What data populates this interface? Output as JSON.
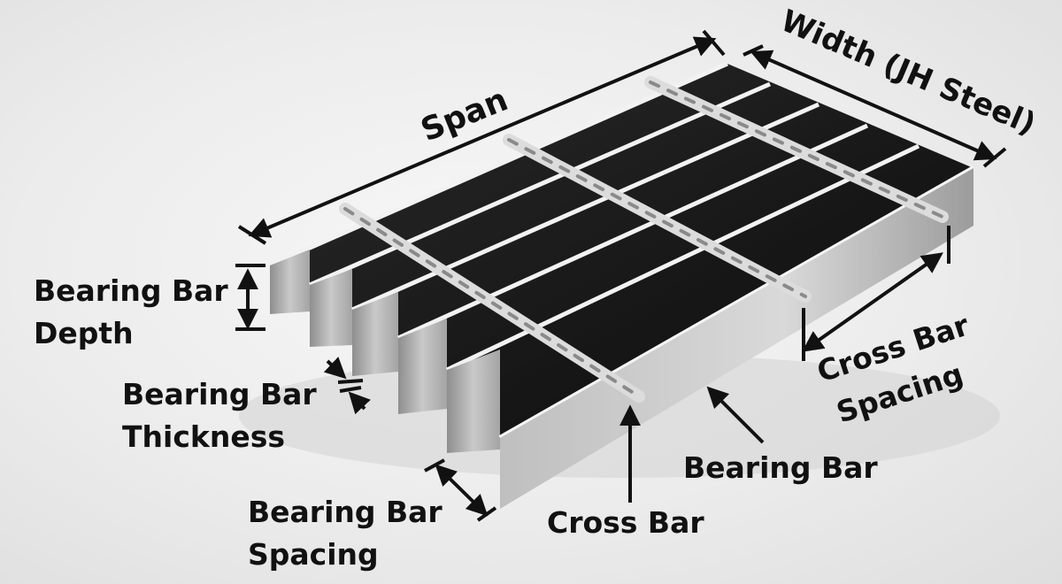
{
  "labels": {
    "span": "Span",
    "width": "Width (JH Steel)",
    "bearing_bar_depth": [
      "Bearing Bar",
      "Depth"
    ],
    "bearing_bar_thickness": [
      "Bearing Bar",
      "Thickness"
    ],
    "bearing_bar_spacing": [
      "Bearing Bar",
      "Spacing"
    ],
    "cross_bar": "Cross Bar",
    "bearing_bar": "Bearing Bar",
    "cross_bar_spacing": [
      "Cross Bar",
      "Spacing"
    ]
  },
  "colors": {
    "annotation": "#111111",
    "deck": "#141414",
    "steel_light": "#e6e6e6",
    "steel_mid": "#a9a9a9"
  }
}
